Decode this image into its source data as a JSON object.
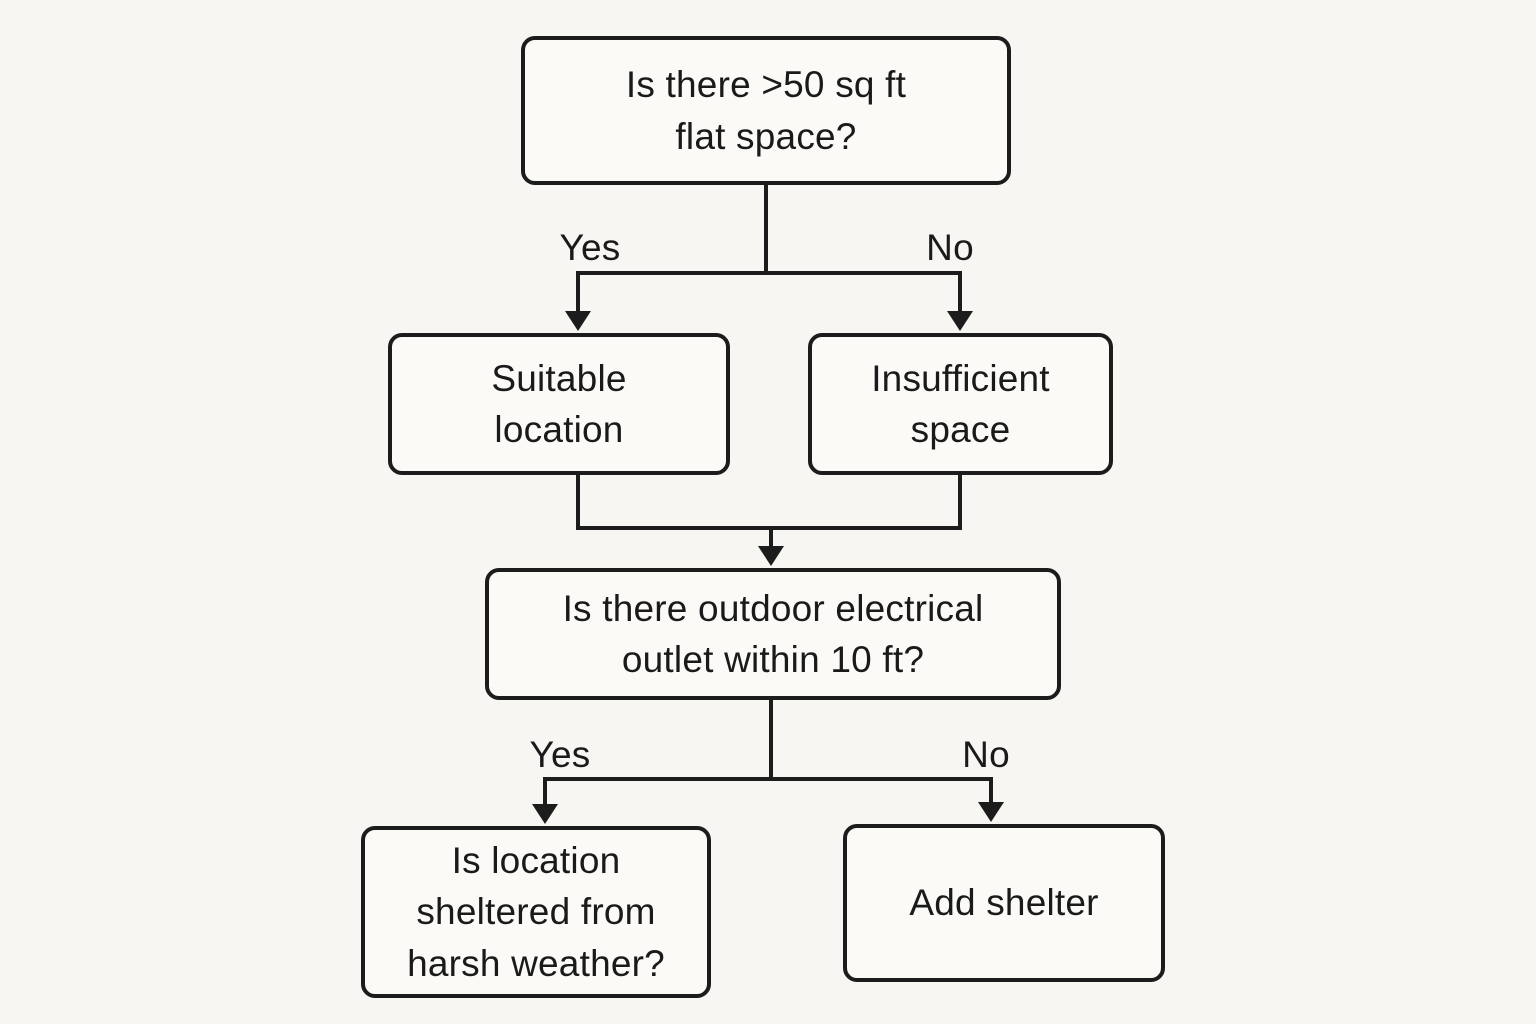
{
  "colors": {
    "background": "#f8f6f2",
    "box_fill": "#fbfaf7",
    "stroke": "#1c1c1c",
    "text": "#1a1a1a"
  },
  "nodes": {
    "q1": {
      "line1": "Is there >50 sq ft",
      "line2": "flat space?"
    },
    "suitable": {
      "line1": "Suitable",
      "line2": "location"
    },
    "insufficient": {
      "line1": "Insufficient",
      "line2": "space"
    },
    "q2": {
      "line1": "Is there outdoor electrical",
      "line2": "outlet within 10 ft?"
    },
    "sheltered": {
      "line1": "Is location",
      "line2": "sheltered from",
      "line3": "harsh weather?"
    },
    "shelter": {
      "line1": "Add shelter"
    }
  },
  "labels": {
    "branch1_yes": "Yes",
    "branch1_no": "No",
    "branch2_yes": "Yes",
    "branch2_no": "No"
  }
}
